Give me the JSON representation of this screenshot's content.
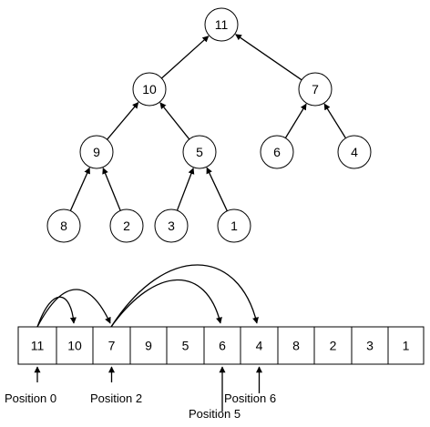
{
  "tree": {
    "nodes": [
      {
        "id": "n11",
        "label": "11"
      },
      {
        "id": "n10",
        "label": "10"
      },
      {
        "id": "n7",
        "label": "7"
      },
      {
        "id": "n9",
        "label": "9"
      },
      {
        "id": "n5",
        "label": "5"
      },
      {
        "id": "n6",
        "label": "6"
      },
      {
        "id": "n4",
        "label": "4"
      },
      {
        "id": "n8",
        "label": "8"
      },
      {
        "id": "n2",
        "label": "2"
      },
      {
        "id": "n3",
        "label": "3"
      },
      {
        "id": "n1",
        "label": "1"
      }
    ],
    "edges": [
      {
        "from": "n10",
        "to": "n11"
      },
      {
        "from": "n7",
        "to": "n11"
      },
      {
        "from": "n9",
        "to": "n10"
      },
      {
        "from": "n5",
        "to": "n10"
      },
      {
        "from": "n6",
        "to": "n7"
      },
      {
        "from": "n4",
        "to": "n7"
      },
      {
        "from": "n8",
        "to": "n9"
      },
      {
        "from": "n2",
        "to": "n9"
      },
      {
        "from": "n3",
        "to": "n5"
      },
      {
        "from": "n1",
        "to": "n5"
      }
    ]
  },
  "array": {
    "cells": [
      "11",
      "10",
      "7",
      "9",
      "5",
      "6",
      "4",
      "8",
      "2",
      "3",
      "1"
    ],
    "links": [
      {
        "from": 0,
        "to": 1
      },
      {
        "from": 0,
        "to": 2
      },
      {
        "from": 2,
        "to": 5
      },
      {
        "from": 2,
        "to": 6
      }
    ]
  },
  "positions": [
    {
      "index": 0,
      "label": "Position 0"
    },
    {
      "index": 2,
      "label": "Position 2"
    },
    {
      "index": 5,
      "label": "Position 5"
    },
    {
      "index": 6,
      "label": "Position 6"
    }
  ]
}
